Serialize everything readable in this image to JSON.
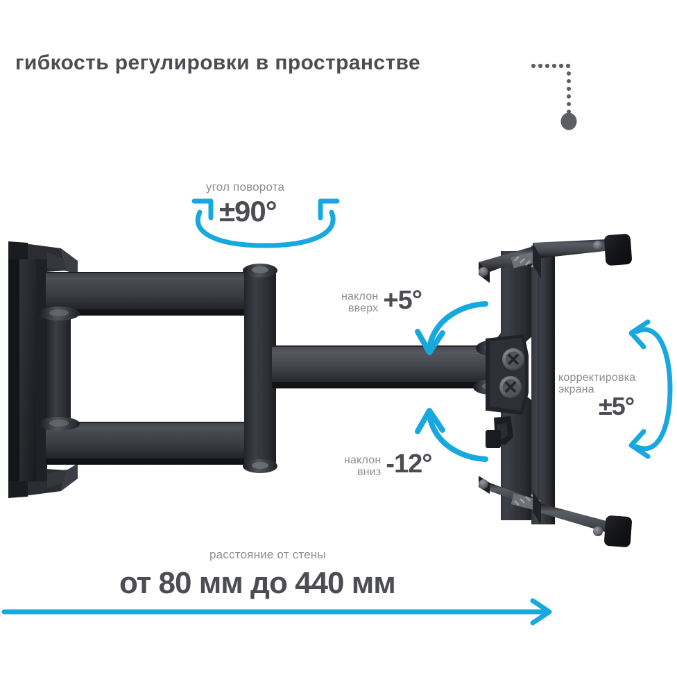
{
  "page": {
    "title": "гибкость регулировки в пространстве",
    "background": "#ffffff",
    "accent_blue": "#17a8e0",
    "text_dark": "#4c4c53",
    "text_light": "#8d8d93",
    "product": "articulating-tv-wall-mount"
  },
  "annotations": {
    "rotation": {
      "label": "угол поворота",
      "value": "±90°"
    },
    "tilt_up": {
      "label_line1": "наклон",
      "label_line2": "вверх",
      "value": "+5°"
    },
    "tilt_down": {
      "label_line1": "наклон",
      "label_line2": "вниз",
      "value": "-12°"
    },
    "screen_correction": {
      "label_line1": "корректировка",
      "label_line2": "экрана",
      "value": "±5°"
    },
    "wall_distance": {
      "label": "расстояние от стены",
      "value": "от 80 мм до 440 мм"
    }
  },
  "icons": {
    "pointer": "plumb-bob-dotted-pointer-icon",
    "rotation_arc": "double-headed-curved-arrow-icon",
    "tilt_up_arrow": "curved-arrow-down-icon",
    "tilt_down_arrow": "curved-arrow-up-icon",
    "screen_arc": "vertical-double-headed-arc-icon",
    "distance_arrow": "horizontal-right-arrow-icon"
  }
}
